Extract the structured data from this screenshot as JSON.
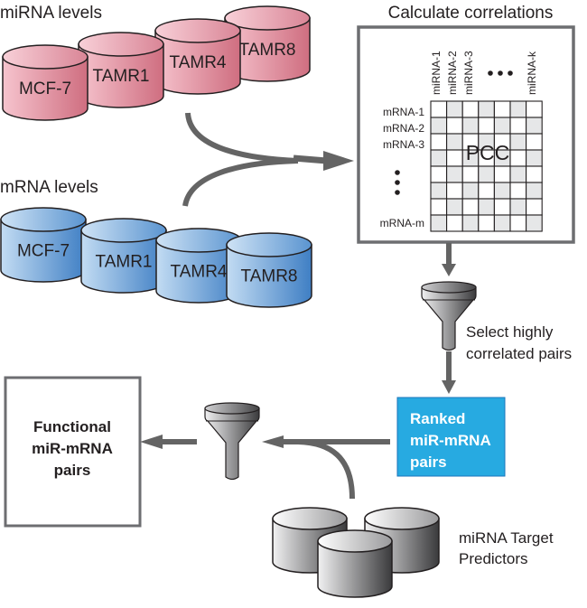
{
  "mirna_group": {
    "title": "miRNA levels",
    "cylinders": [
      "MCF-7",
      "TAMR1",
      "TAMR4",
      "TAMR8"
    ]
  },
  "mrna_group": {
    "title": "mRNA levels",
    "cylinders": [
      "MCF-7",
      "TAMR1",
      "TAMR4",
      "TAMR8"
    ]
  },
  "correlation": {
    "title": "Calculate correlations",
    "col_labels": [
      "miRNA-1",
      "miRNA-2",
      "miRNA-3",
      "miRNA-k"
    ],
    "col_ellipsis": "• • •",
    "row_labels": [
      "mRNA-1",
      "mRNA-2",
      "mRNA-3",
      "mRNA-m"
    ],
    "row_ellipsis": "⋮",
    "matrix_label": "PCC",
    "grid_cols": 7,
    "grid_rows": 8
  },
  "filter_step": {
    "label_line1": "Select highly",
    "label_line2": "correlated pairs"
  },
  "ranked_box": {
    "line1": "Ranked",
    "line2": "miR-mRNA",
    "line3": "pairs"
  },
  "functional_box": {
    "line1": "Functional",
    "line2": "miR-mRNA",
    "line3": "pairs"
  },
  "predictors": {
    "label_line1": "miRNA Target",
    "label_line2": "Predictors"
  },
  "colors": {
    "mirna_fill": "#e7909f",
    "mrna_fill": "#6aa3d8",
    "ranked_fill": "#27aae1",
    "arrow": "#646464",
    "box_border": "#6d6e71",
    "grid_shade": "#e6e7e8"
  }
}
